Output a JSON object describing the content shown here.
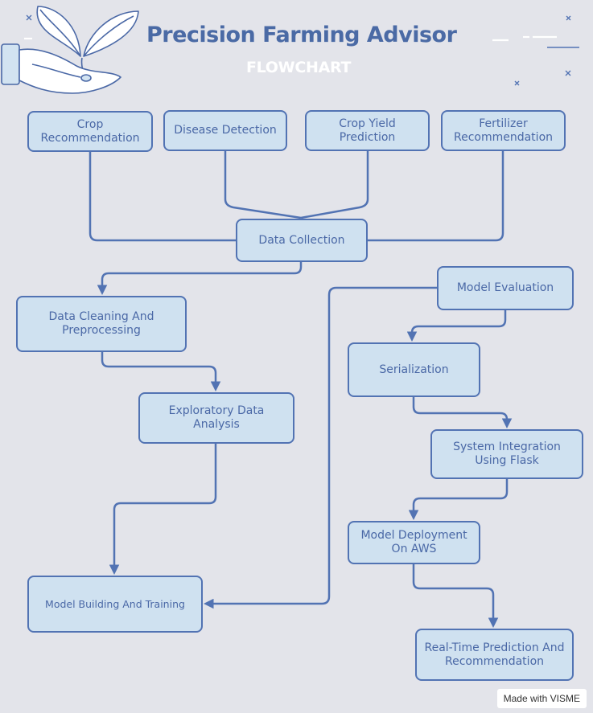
{
  "header": {
    "title": "Precision Farming Advisor",
    "subtitle": "FLOWCHART"
  },
  "nodes": {
    "crop_recommendation": "Crop Recommendation",
    "disease_detection": "Disease Detection",
    "crop_yield_prediction": "Crop Yield Prediction",
    "fertilizer_recommendation": "Fertilizer Recommendation",
    "data_collection": "Data Collection",
    "data_cleaning": "Data Cleaning And Preprocessing",
    "eda": "Exploratory Data Analysis",
    "model_building": "Model Building And Training",
    "model_evaluation": "Model Evaluation",
    "serialization": "Serialization",
    "system_integration": "System Integration Using Flask",
    "model_deployment": "Model Deployment On AWS",
    "realtime_prediction": "Real-Time Prediction And Recommendation"
  },
  "footer": {
    "badge": "Made with VISME"
  },
  "colors": {
    "background": "#e3e4ea",
    "node_fill": "#cfe1f0",
    "node_border": "#5273b3",
    "text": "#4a68a6",
    "connector": "#5273b3"
  },
  "icons": [
    "hand-with-sprout-icon",
    "sparkle-icon"
  ]
}
